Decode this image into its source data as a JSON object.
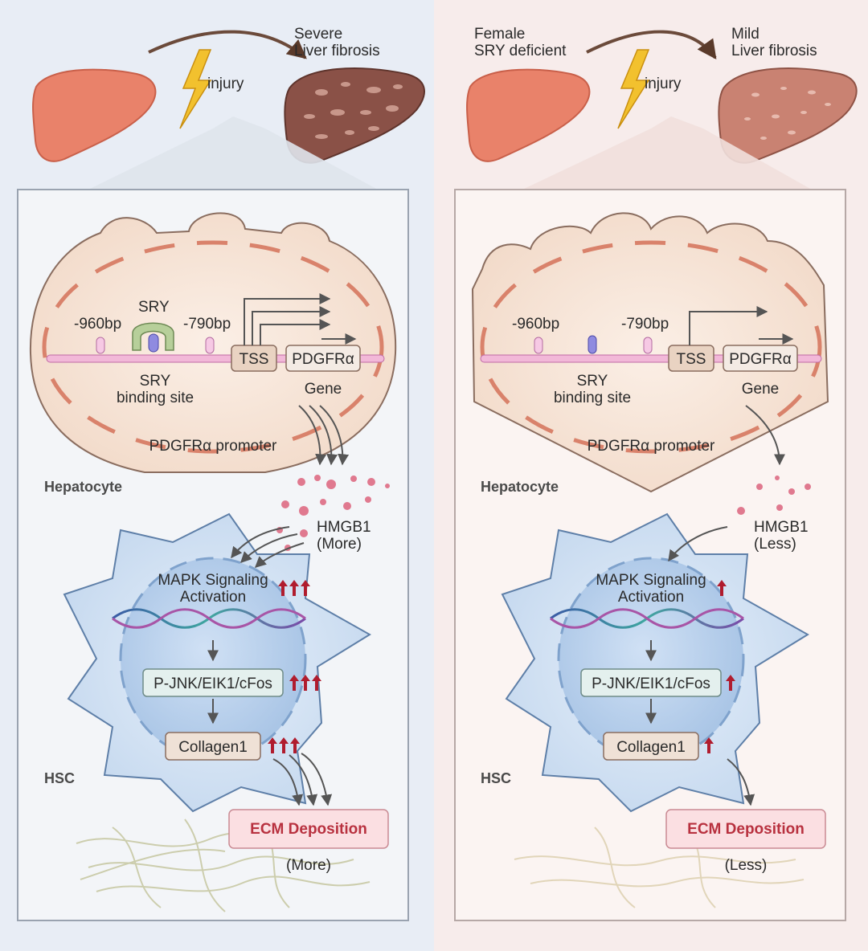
{
  "panels": [
    {
      "top_left_title": "",
      "top_left_title_2": "",
      "top_right_title": "Severe",
      "top_right_title_2": "Liver fibrosis",
      "injury": "injury",
      "sry_protein": "SRY",
      "pos_960": "-960bp",
      "pos_790": "-790bp",
      "tss": "TSS",
      "gene_box": "PDGFRα",
      "gene_label": "Gene",
      "binding_1": "SRY",
      "binding_2": "binding site",
      "promoter": "PDGFRα promoter",
      "hepatocyte": "Hepatocyte",
      "hmgb1": "HMGB1",
      "hmgb1_amount": "(More)",
      "mapk_1": "MAPK Signaling",
      "mapk_2": "Activation",
      "pathway": "P-JNK/EIK1/cFos",
      "collagen": "Collagen1",
      "hsc": "HSC",
      "ecm": "ECM Deposition",
      "ecm_amount": "(More)",
      "up_arrow_count": 3
    },
    {
      "top_left_title": "Female",
      "top_left_title_2": "SRY deficient",
      "top_right_title": "Mild",
      "top_right_title_2": "Liver fibrosis",
      "injury": "injury",
      "sry_protein": "",
      "pos_960": "-960bp",
      "pos_790": "-790bp",
      "tss": "TSS",
      "gene_box": "PDGFRα",
      "gene_label": "Gene",
      "binding_1": "SRY",
      "binding_2": "binding site",
      "promoter": "PDGFRα promoter",
      "hepatocyte": "Hepatocyte",
      "hmgb1": "HMGB1",
      "hmgb1_amount": "(Less)",
      "mapk_1": "MAPK Signaling",
      "mapk_2": "Activation",
      "pathway": "P-JNK/EIK1/cFos",
      "collagen": "Collagen1",
      "hsc": "HSC",
      "ecm": "ECM Deposition",
      "ecm_amount": "(Less)",
      "up_arrow_count": 1
    }
  ],
  "colors": {
    "left_bg": "#e8edf5",
    "right_bg": "#f7eceb",
    "liver_healthy": "#e9826a",
    "liver_severe": "#8a5147",
    "liver_mild": "#c98272",
    "hsc_fill": "#cfdff0",
    "up_arrow": "#b01c2e",
    "ecm_text": "#b8313f",
    "ecm_box": "#fbdfe2"
  }
}
